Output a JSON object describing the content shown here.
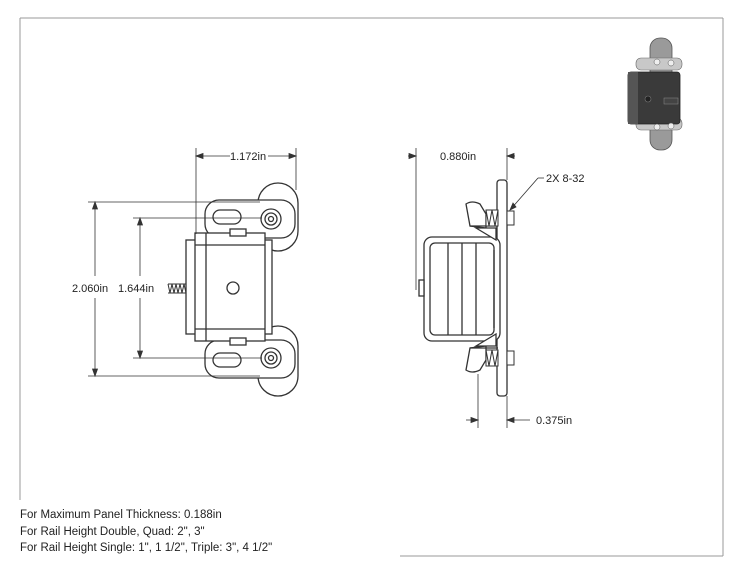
{
  "dimensions": {
    "width": "1.172in",
    "depth": "0.880in",
    "height_overall": "2.060in",
    "height_inner": "1.644in",
    "panel_offset": "0.375in",
    "screw_callout": "2X 8-32"
  },
  "notes": [
    "For Maximum Panel Thickness: 0.188in",
    "For Rail Height Double, Quad: 2\", 3\"",
    "For Rail Height Single: 1\", 1 1/2\", Triple: 3\", 4 1/2\""
  ]
}
